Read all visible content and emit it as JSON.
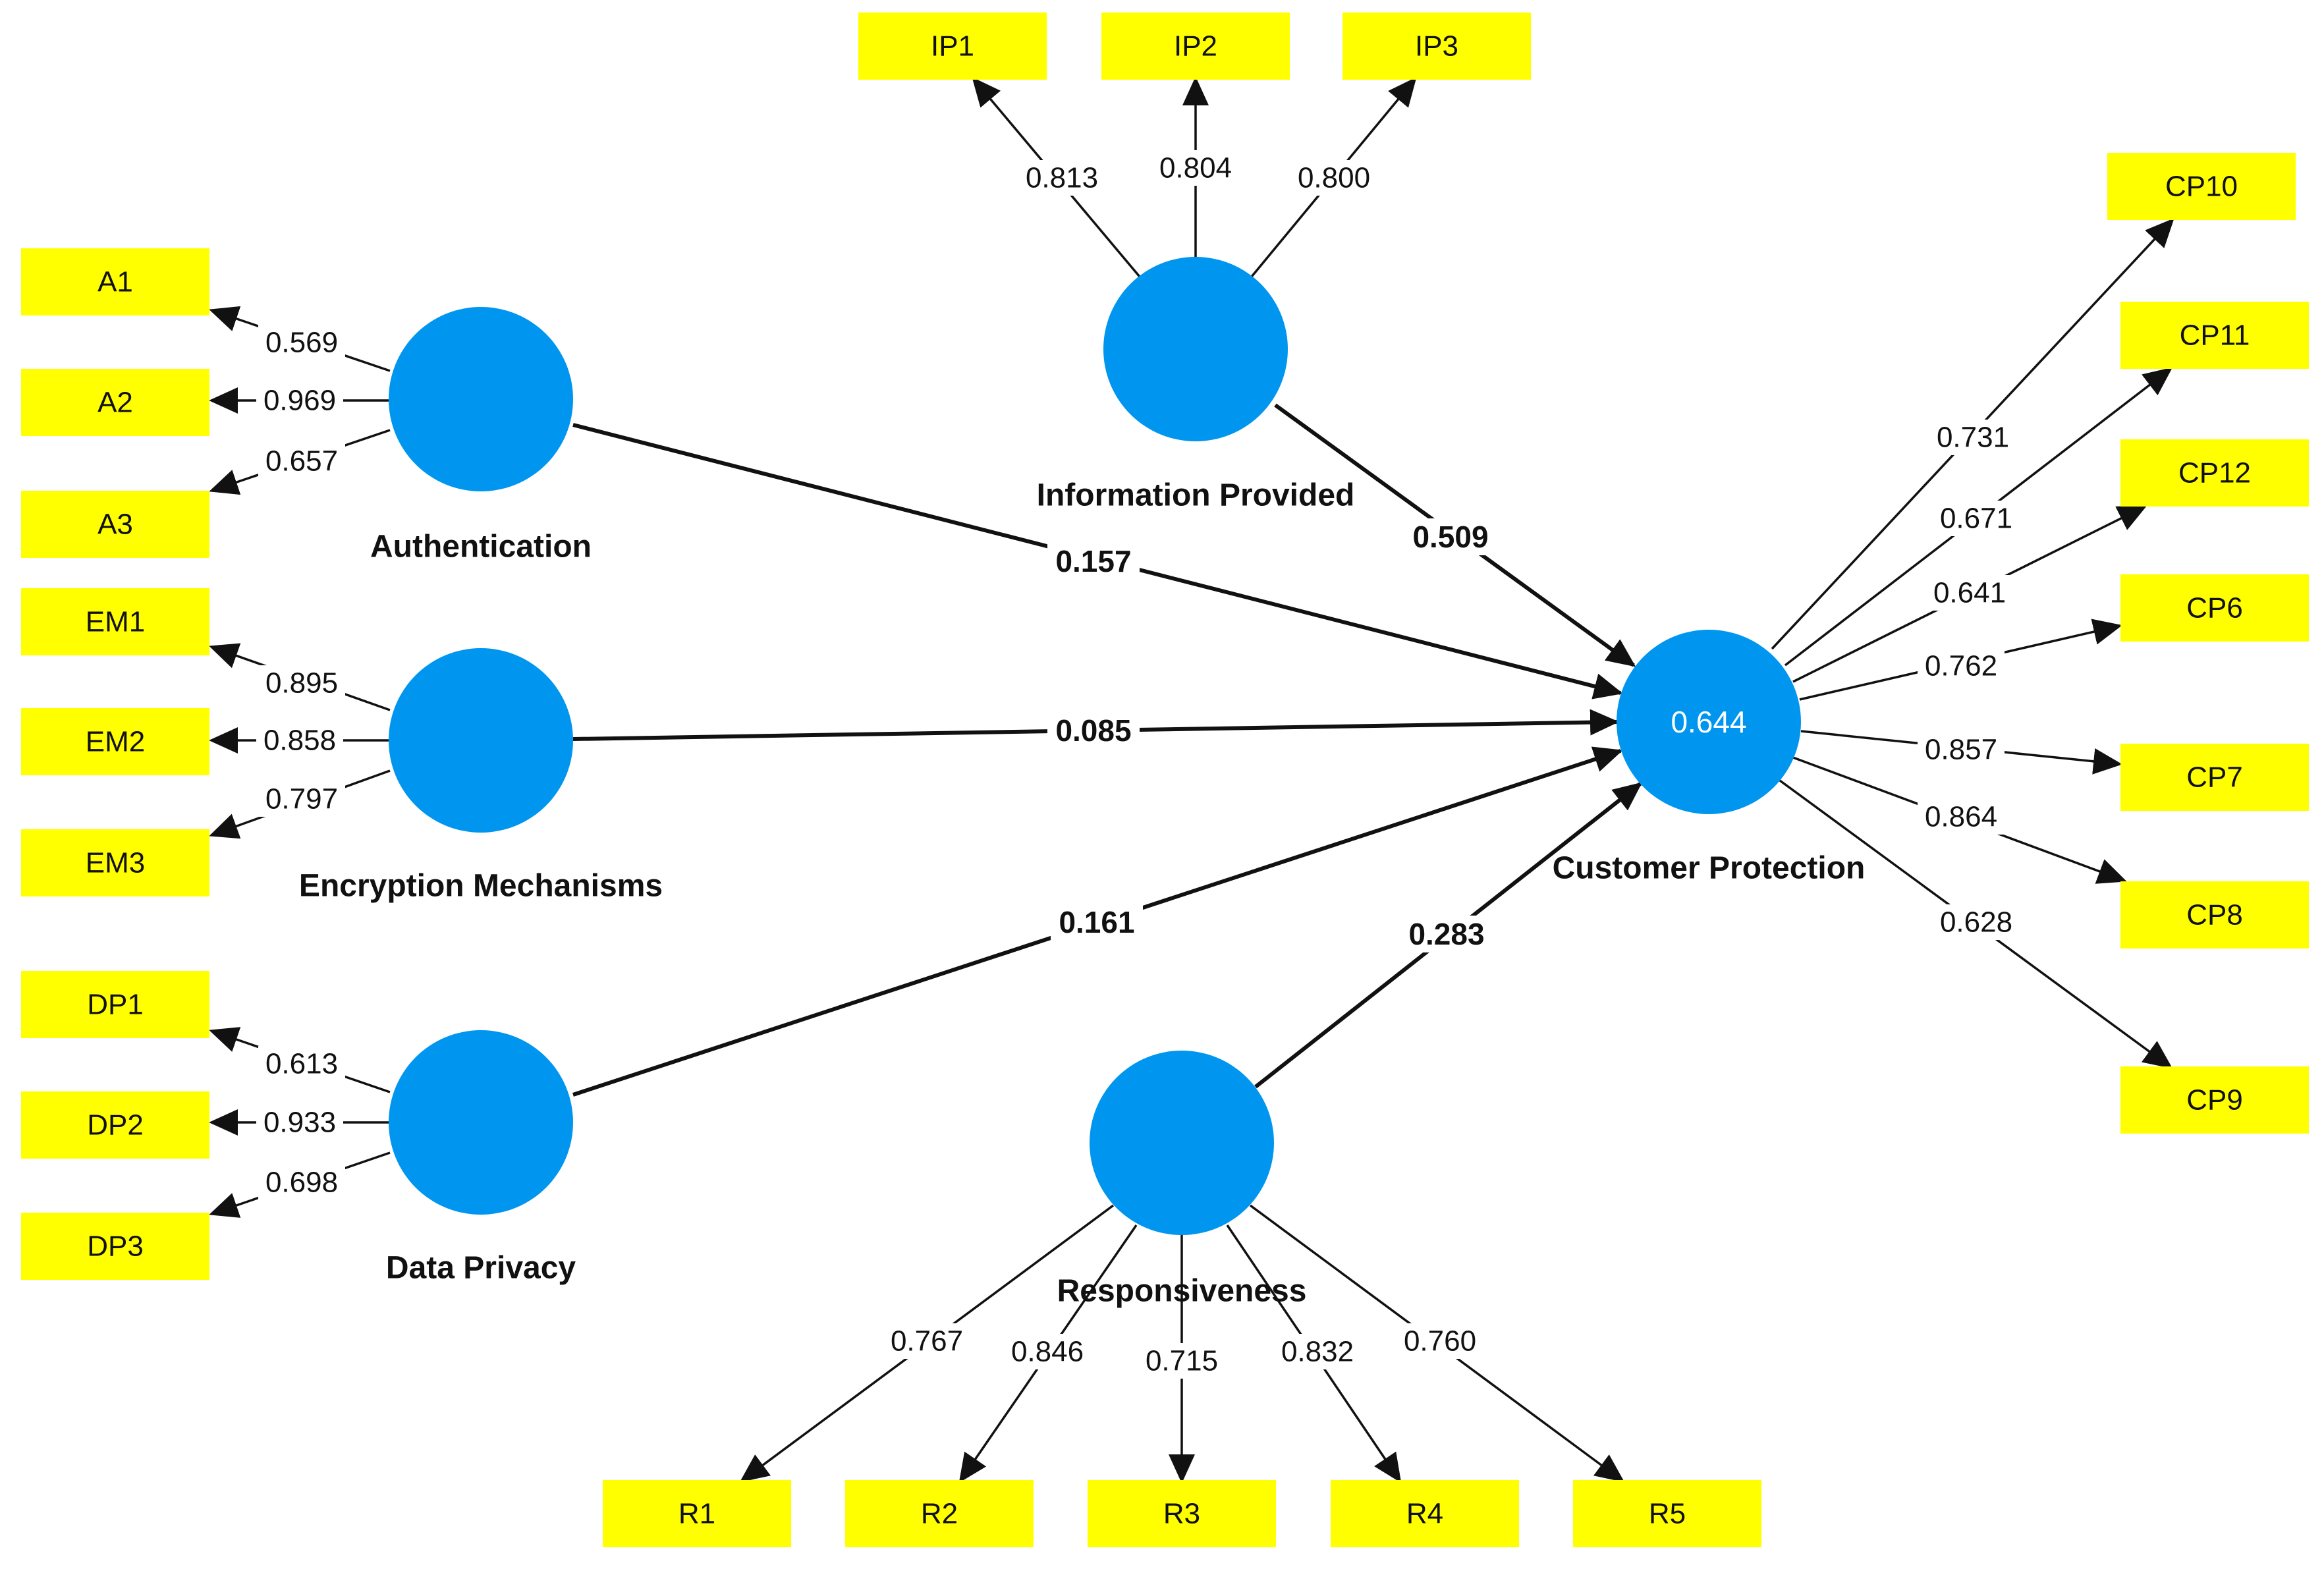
{
  "colors": {
    "construct_fill": "#0096ef",
    "indicator_fill": "#ffff00",
    "line": "#111111"
  },
  "constructs": {
    "authentication": {
      "label": "Authentication"
    },
    "encryption_mechanisms": {
      "label": "Encryption Mechanisms"
    },
    "data_privacy": {
      "label": "Data Privacy"
    },
    "information_provided": {
      "label": "Information Provided"
    },
    "responsiveness": {
      "label": "Responsiveness"
    },
    "customer_protection": {
      "label": "Customer Protection",
      "r_squared": "0.644"
    }
  },
  "indicators": {
    "authentication": [
      {
        "label": "A1",
        "loading": "0.569"
      },
      {
        "label": "A2",
        "loading": "0.969"
      },
      {
        "label": "A3",
        "loading": "0.657"
      }
    ],
    "encryption_mechanisms": [
      {
        "label": "EM1",
        "loading": "0.895"
      },
      {
        "label": "EM2",
        "loading": "0.858"
      },
      {
        "label": "EM3",
        "loading": "0.797"
      }
    ],
    "data_privacy": [
      {
        "label": "DP1",
        "loading": "0.613"
      },
      {
        "label": "DP2",
        "loading": "0.933"
      },
      {
        "label": "DP3",
        "loading": "0.698"
      }
    ],
    "information_provided": [
      {
        "label": "IP1",
        "loading": "0.813"
      },
      {
        "label": "IP2",
        "loading": "0.804"
      },
      {
        "label": "IP3",
        "loading": "0.800"
      }
    ],
    "responsiveness": [
      {
        "label": "R1",
        "loading": "0.767"
      },
      {
        "label": "R2",
        "loading": "0.846"
      },
      {
        "label": "R3",
        "loading": "0.715"
      },
      {
        "label": "R4",
        "loading": "0.832"
      },
      {
        "label": "R5",
        "loading": "0.760"
      }
    ],
    "customer_protection": [
      {
        "label": "CP10",
        "loading": "0.731"
      },
      {
        "label": "CP11",
        "loading": "0.671"
      },
      {
        "label": "CP12",
        "loading": "0.641"
      },
      {
        "label": "CP6",
        "loading": "0.762"
      },
      {
        "label": "CP7",
        "loading": "0.857"
      },
      {
        "label": "CP8",
        "loading": "0.864"
      },
      {
        "label": "CP9",
        "loading": "0.628"
      }
    ]
  },
  "paths": {
    "authentication": "0.157",
    "encryption_mechanisms": "0.085",
    "data_privacy": "0.161",
    "information_provided": "0.509",
    "responsiveness": "0.283"
  }
}
